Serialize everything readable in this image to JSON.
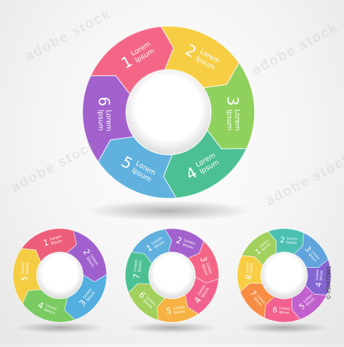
{
  "watermark": "adobe stock",
  "stock_id": "© #50472991",
  "diagrams": [
    {
      "name": "main-cycle",
      "segments": [
        {
          "num": "1",
          "label": "Lorem\nIpsum",
          "color": "#f2456b"
        },
        {
          "num": "2",
          "label": "Lorem\nIpsum",
          "color": "#f6c21c"
        },
        {
          "num": "3",
          "label": "Lorem\nIpsum",
          "color": "#78c63a"
        },
        {
          "num": "4",
          "label": "Lorem\nIpsum",
          "color": "#25b37c"
        },
        {
          "num": "5",
          "label": "Lorem\nIpsum",
          "color": "#3ea0d6"
        },
        {
          "num": "6",
          "label": "Lorem\nIpsum",
          "color": "#8e3fc2"
        }
      ]
    },
    {
      "name": "small-cycle-5",
      "segments": [
        {
          "num": "1",
          "label": "Lorem\nIpsum",
          "color": "#e83b5c"
        },
        {
          "num": "2",
          "label": "Lorem\nIpsum",
          "color": "#8a3ec4"
        },
        {
          "num": "3",
          "label": "Lorem\nIpsum",
          "color": "#2e9ed8"
        },
        {
          "num": "4",
          "label": "Lorem\nIpsum",
          "color": "#5cc040"
        },
        {
          "num": "5",
          "label": "Lorem\nIpsum",
          "color": "#f3c21a"
        }
      ]
    },
    {
      "name": "small-cycle-7",
      "segments": [
        {
          "num": "1",
          "label": "Lorem\nIpsum",
          "color": "#3ea0d6"
        },
        {
          "num": "2",
          "label": "Lorem\nIpsum",
          "color": "#8e3fc2"
        },
        {
          "num": "3",
          "label": "Lorem\nIpsum",
          "color": "#f2456b"
        },
        {
          "num": "4",
          "label": "Lorem\nIpsum",
          "color": "#ef3f74"
        },
        {
          "num": "5",
          "label": "Lorem\nIpsum",
          "color": "#f6a21c"
        },
        {
          "num": "6",
          "label": "Lorem\nIpsum",
          "color": "#8ec63a"
        },
        {
          "num": "7",
          "label": "Lorem\nIpsum",
          "color": "#25b37c"
        }
      ]
    },
    {
      "name": "small-cycle-8",
      "segments": [
        {
          "num": "1",
          "label": "Lorem\nIpsum",
          "color": "#8ec63a"
        },
        {
          "num": "2",
          "label": "Lorem\nIpsum",
          "color": "#25b3a0"
        },
        {
          "num": "3",
          "label": "Lorem\nIpsum",
          "color": "#3e8fd6"
        },
        {
          "num": "4",
          "label": "Lorem\nIpsum",
          "color": "#6a45c9"
        },
        {
          "num": "5",
          "label": "Lorem\nIpsum",
          "color": "#b43fc2"
        },
        {
          "num": "6",
          "label": "Lorem\nIpsum",
          "color": "#ef3f74"
        },
        {
          "num": "7",
          "label": "Lorem\nIpsum",
          "color": "#f6751c"
        },
        {
          "num": "8",
          "label": "Lorem\nIpsum",
          "color": "#f6c21c"
        }
      ]
    }
  ]
}
